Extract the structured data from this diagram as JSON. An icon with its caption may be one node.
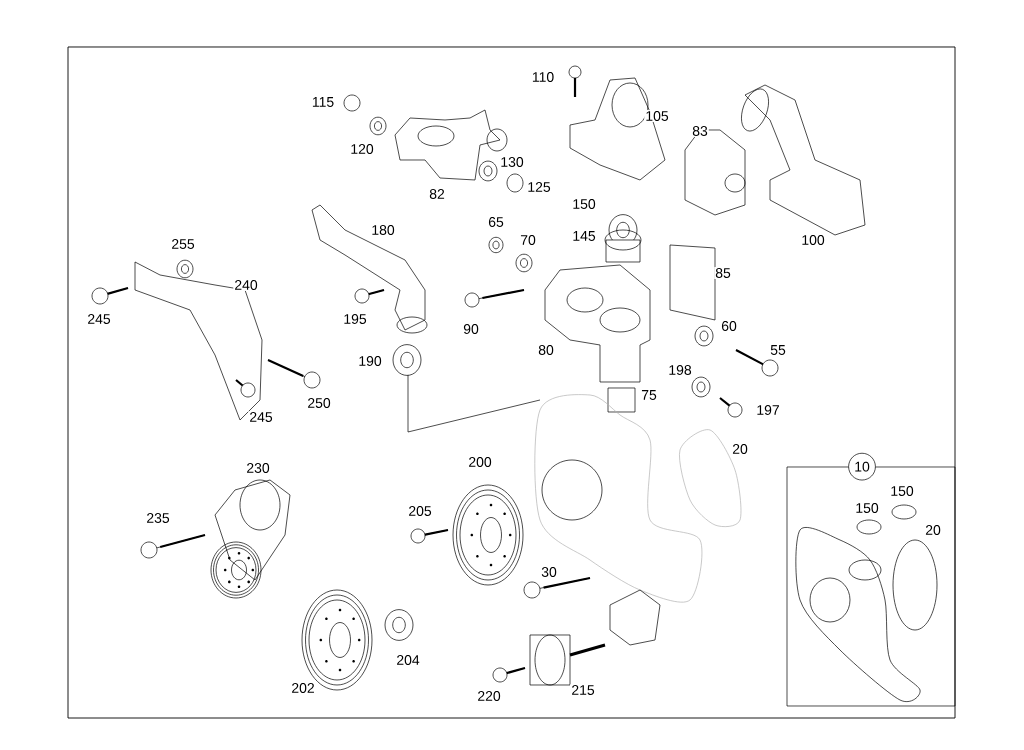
{
  "diagram": {
    "nodes": [
      {
        "text": [],
        "shape": "box"
      },
      {
        "text": [
          "10"
        ],
        "in": 0
      }
    ],
    "edges": [],
    "labels": [
      "110",
      "115",
      "105",
      "83",
      "120",
      "130",
      "82",
      "125",
      "150",
      "180",
      "100",
      "65",
      "145",
      "70",
      "255",
      "85",
      "240",
      "245",
      "195",
      "60",
      "90",
      "80",
      "55",
      "190",
      "198",
      "75",
      "250",
      "197",
      "245",
      "20",
      "200",
      "230",
      "150",
      "205",
      "150",
      "235",
      "20",
      "30",
      "204",
      "202",
      "215",
      "220"
    ]
  }
}
